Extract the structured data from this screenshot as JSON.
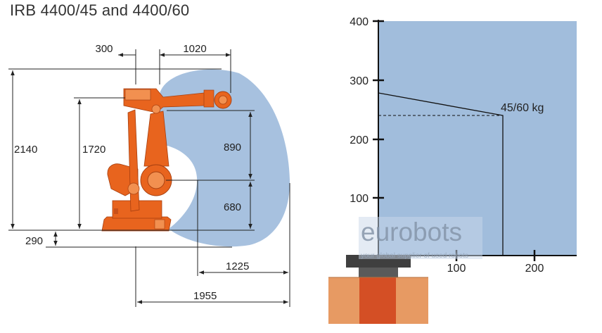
{
  "title": "IRB 4400/45 and 4400/60",
  "robot_dimensions": {
    "d300": "300",
    "d1020": "1020",
    "d2140": "2140",
    "d1720": "1720",
    "d890": "890",
    "d680": "680",
    "d290": "290",
    "d1225": "1225",
    "d1955": "1955"
  },
  "load_chart": {
    "y_ticks": [
      "400",
      "300",
      "200",
      "100"
    ],
    "x_ticks": [
      "100",
      "200"
    ],
    "curve_label": "45/60 kg"
  },
  "watermark": {
    "brand": "eurobots",
    "tagline": "your global supplier of used robots"
  },
  "colors": {
    "robot_orange": "#e8641e",
    "work_envelope": "#a7c1df",
    "chart_fill": "#a1bddc",
    "pedestal": "#e79a63",
    "pedestal_core": "#d44f25"
  }
}
